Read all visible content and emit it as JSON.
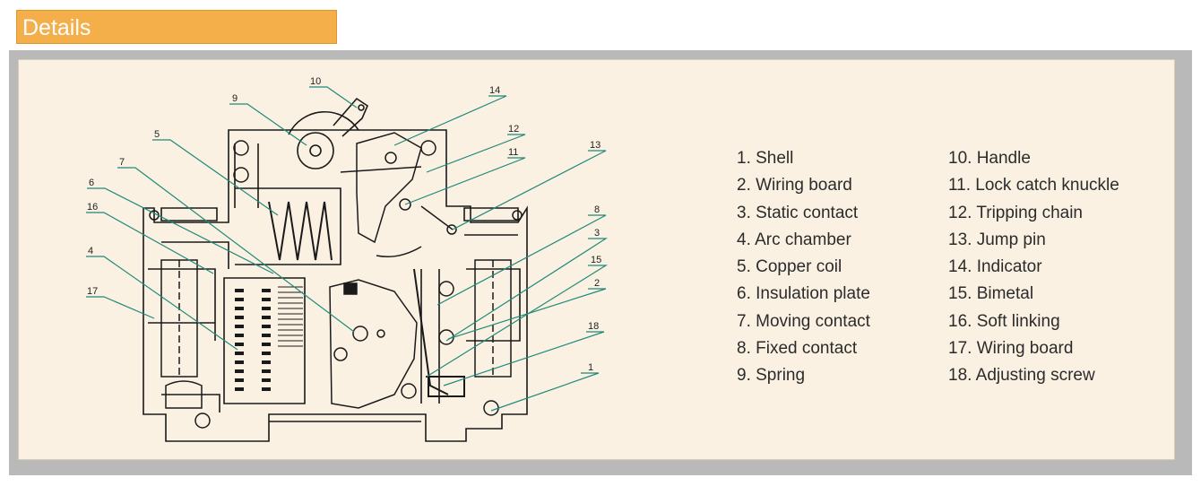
{
  "header": {
    "title": "Details"
  },
  "legend": {
    "left": [
      "1. Shell",
      "2. Wiring board",
      "3. Static contact",
      "4. Arc chamber",
      "5. Copper coil",
      "6. Insulation plate",
      "7. Moving contact",
      "8. Fixed contact",
      "9. Spring"
    ],
    "right": [
      "10. Handle",
      "11. Lock catch knuckle",
      "12. Tripping chain",
      "13. Jump pin",
      "14. Indicator",
      "15. Bimetal",
      "16. Soft linking",
      "17. Wiring board",
      "18. Adjusting screw"
    ]
  },
  "callouts": [
    "1",
    "2",
    "3",
    "4",
    "5",
    "6",
    "7",
    "8",
    "9",
    "10",
    "11",
    "12",
    "13",
    "14",
    "15",
    "16",
    "17",
    "18"
  ],
  "colors": {
    "header_bg": "#f4ae4a",
    "panel_bg": "#fbf1e3",
    "frame": "#b9b9b9",
    "leader_line": "#1f8a7a",
    "drawing_line": "#1a1a1a"
  }
}
